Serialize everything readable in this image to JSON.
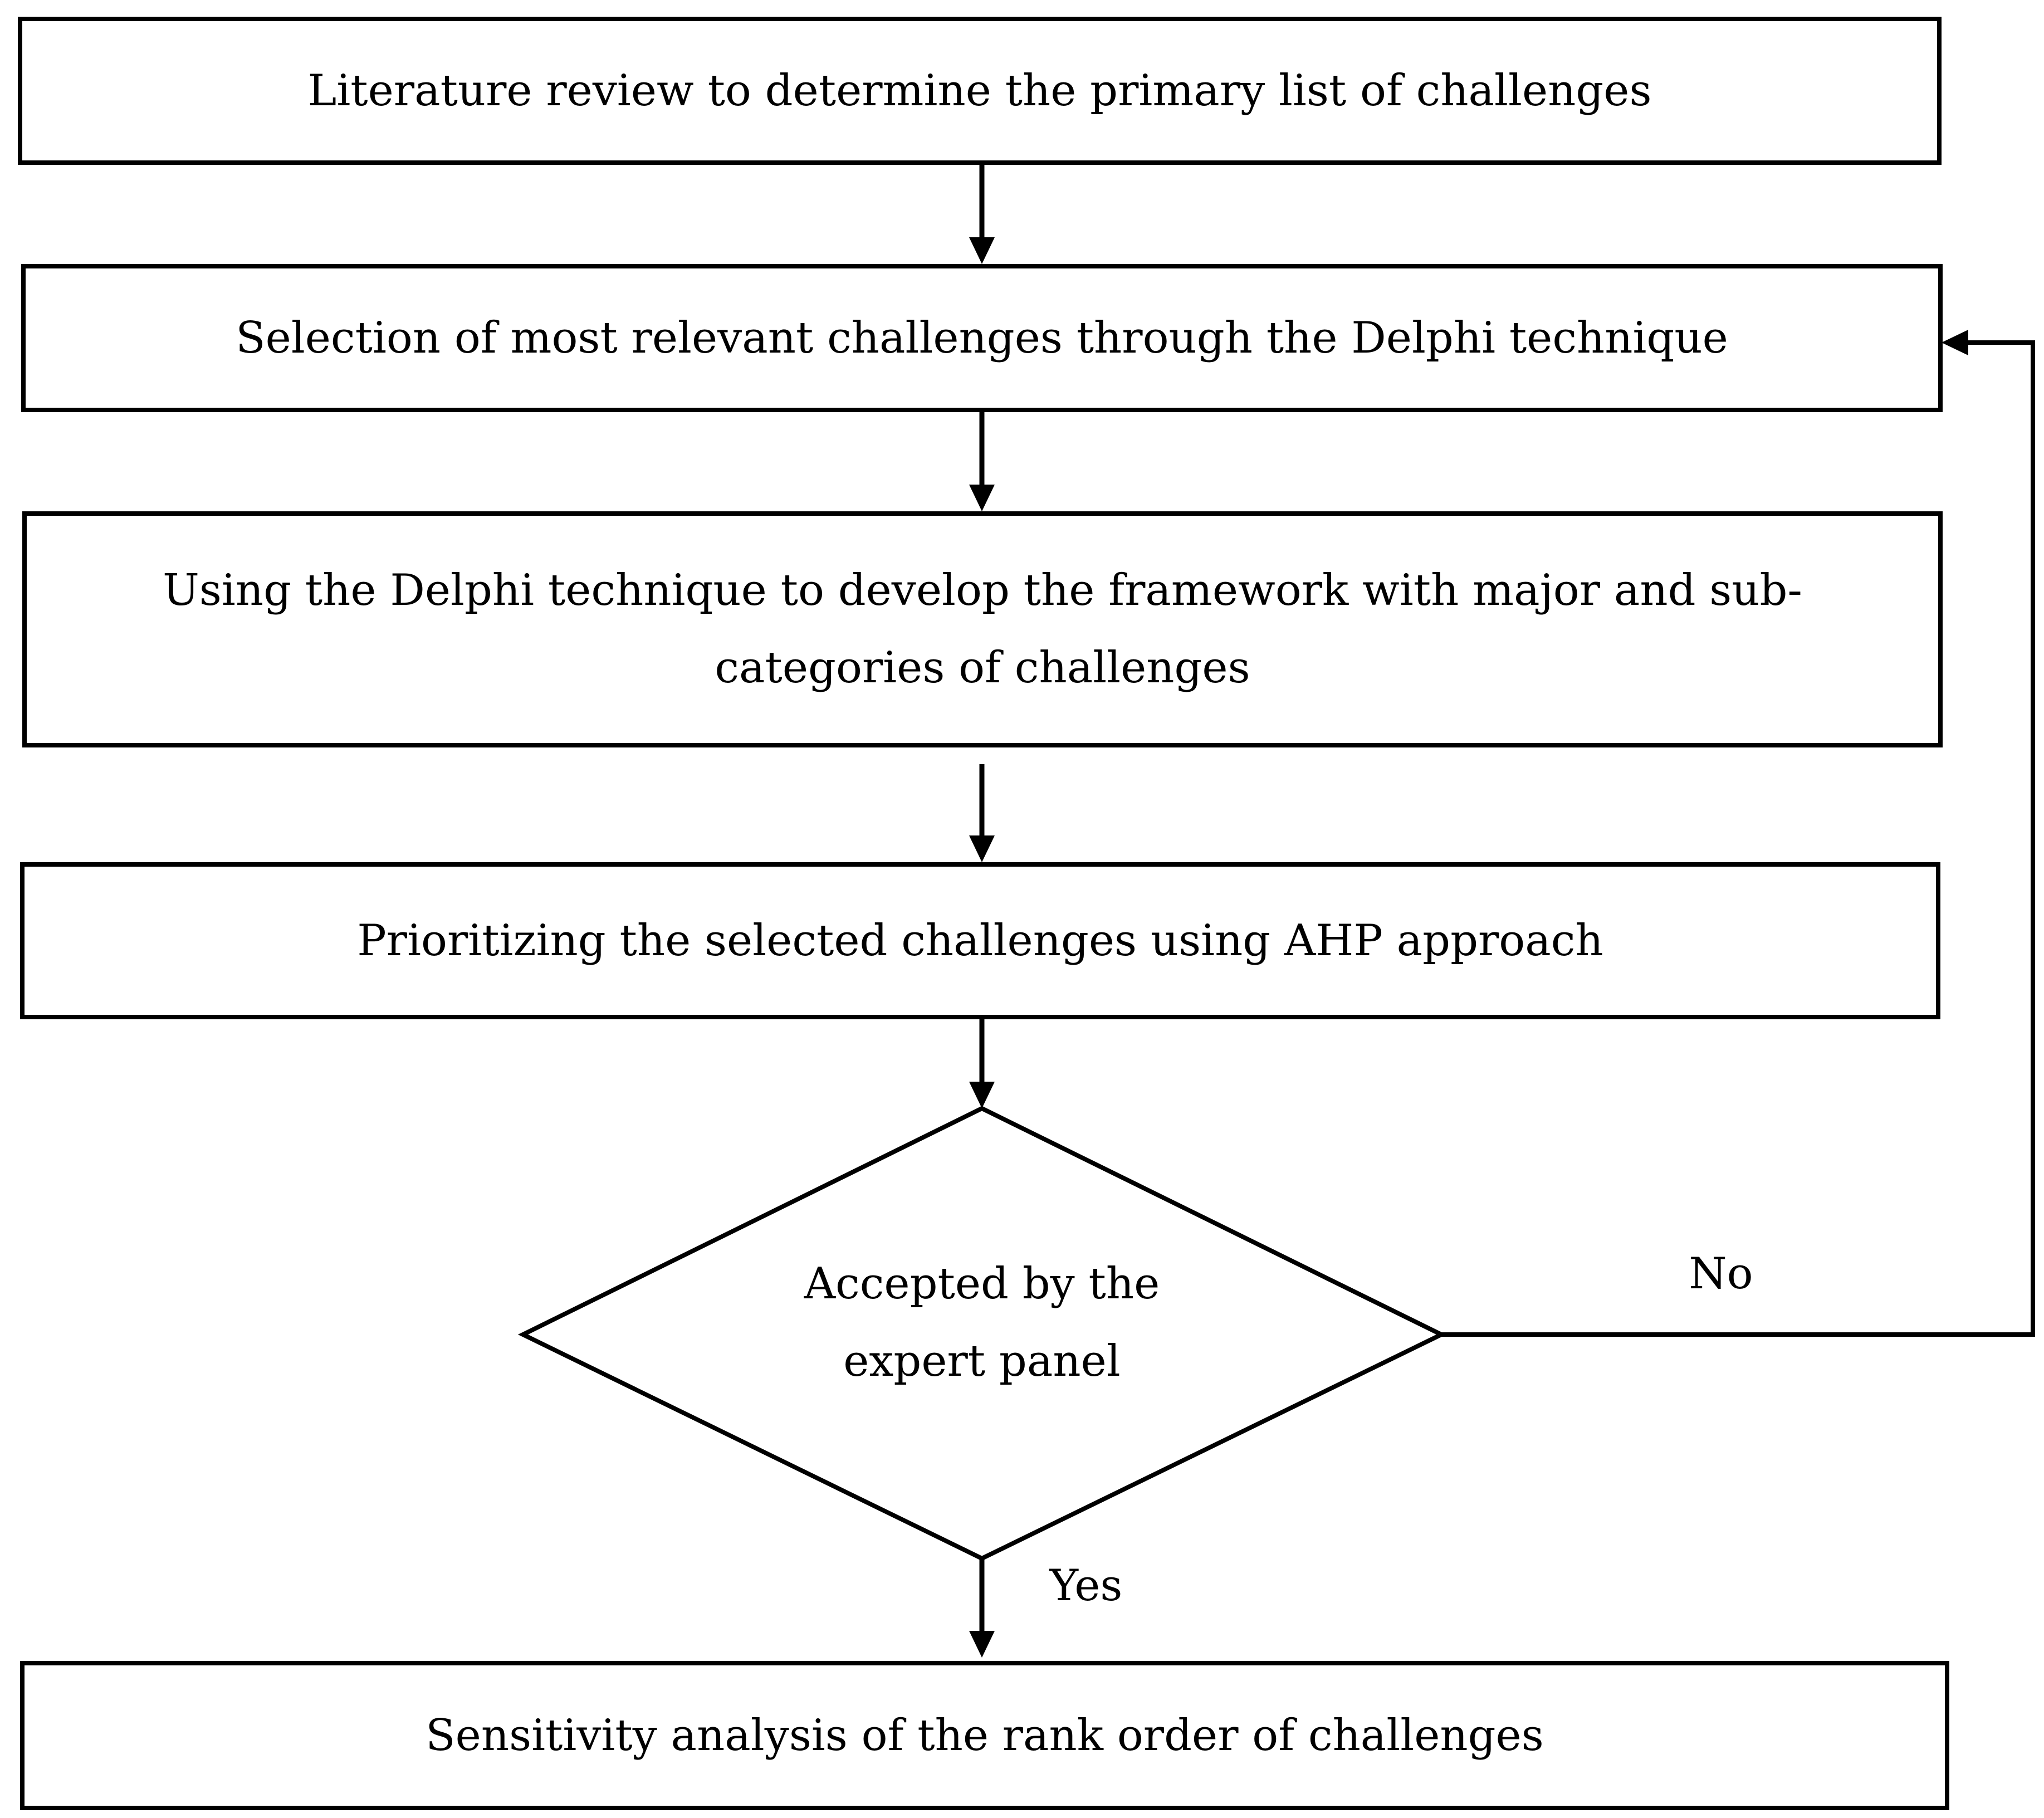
{
  "flowchart": {
    "steps": [
      {
        "id": "step1",
        "label": "Literature review to determine the primary list of challenges"
      },
      {
        "id": "step2",
        "label": "Selection of most relevant challenges through the Delphi technique"
      },
      {
        "id": "step3",
        "label": "Using the Delphi technique to develop the framework with major and sub-categories of challenges"
      },
      {
        "id": "step4",
        "label": "Prioritizing the selected challenges using AHP approach"
      },
      {
        "id": "step5",
        "label": "Sensitivity analysis of the rank order of challenges"
      }
    ],
    "decision": {
      "label_line1": "Accepted by the",
      "label_line2": "expert panel",
      "yes_label": "Yes",
      "no_label": "No"
    }
  },
  "colors": {
    "stroke": "#000000",
    "fill": "#ffffff"
  }
}
